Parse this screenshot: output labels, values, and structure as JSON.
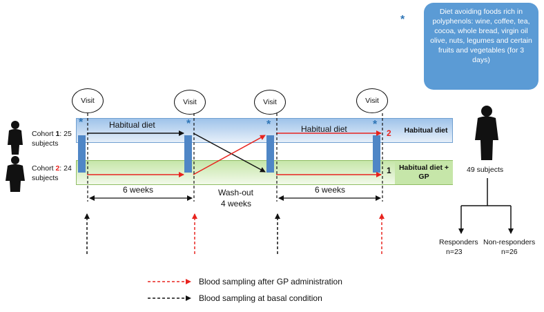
{
  "note": {
    "star": "*",
    "text": "Diet avoiding foods rich in polyphenols: wine, coffee, tea, cocoa, whole bread, virgin oil olive, nuts, legumes and certain fruits and vegetables (for 3 days)"
  },
  "visits": [
    "Visit",
    "Visit",
    "Visit",
    "Visit"
  ],
  "cohorts": [
    {
      "prefix": "Cohort ",
      "number": "1",
      "suffix": ": 25",
      "line2": "subjects"
    },
    {
      "prefix": "Cohort ",
      "number": "2",
      "suffix": ": 24",
      "line2": "subjects"
    }
  ],
  "bands": {
    "top_label": "Habitual diet",
    "bottom_label": "Habitual diet + GP",
    "period1_label": "Habitual diet",
    "period2_label": "Habitual diet",
    "end_top_number": "2",
    "end_bottom_number": "1"
  },
  "timeline": {
    "period1": "6 weeks",
    "washout_line1": "Wash-out",
    "washout_line2": "4 weeks",
    "period2": "6 weeks"
  },
  "outcome": {
    "total": "49 subjects",
    "responders_label": "Responders",
    "responders_n": "n=23",
    "nonresponders_label": "Non-responders",
    "nonresponders_n": "n=26"
  },
  "legend": {
    "red": "Blood sampling after GP administration",
    "black": "Blood sampling at basal condition"
  },
  "colors": {
    "accent_blue": "#5b9bd5",
    "star_blue": "#2e75b6",
    "red": "#e8231e",
    "green_band": "#c6e6a9",
    "blue_band": "#9fc3ea"
  }
}
